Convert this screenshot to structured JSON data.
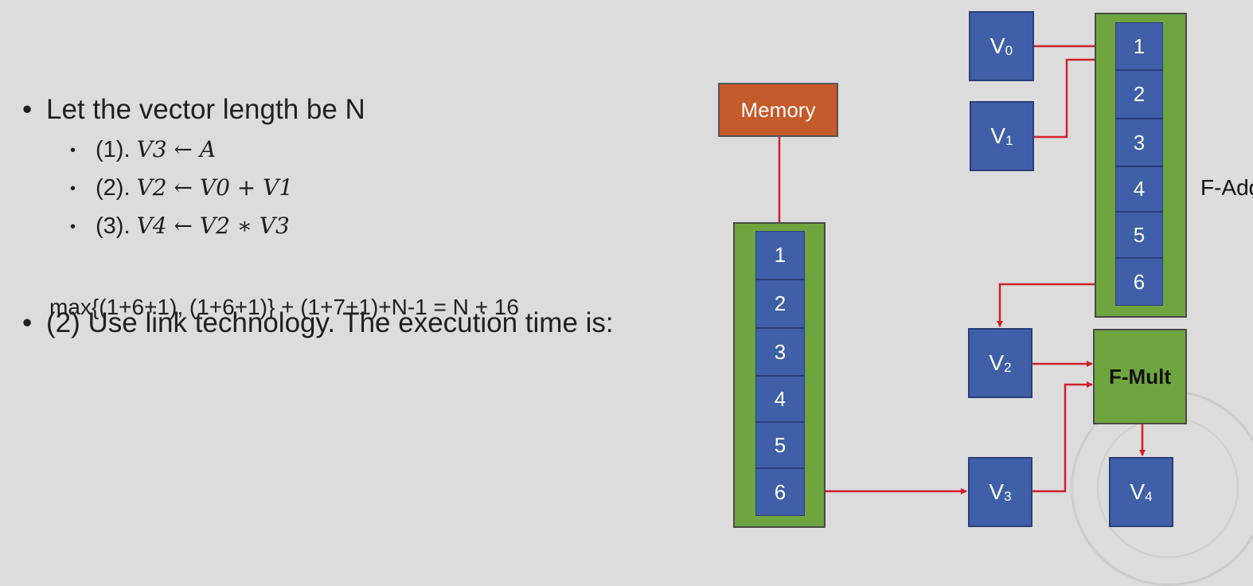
{
  "bullets": {
    "main": "Let the vector length be N",
    "steps": [
      {
        "num": "(1). ",
        "expr": "V3 ← A"
      },
      {
        "num": "(2). ",
        "expr": "V2 ← V0 + V1"
      },
      {
        "num": "(3). ",
        "expr": "V4 ← V2  ∗ V3"
      }
    ],
    "second": "(2) Use link technology. The execution time is:",
    "formula": "max{(1+6+1), (1+6+1)} + (1+7+1)+N-1 =  N + 16",
    "bullet_glyph": "•"
  },
  "diagram": {
    "memory_label": "Memory",
    "memory_pipeline_stages": [
      "1",
      "2",
      "3",
      "4",
      "5",
      "6"
    ],
    "add_pipeline_stages": [
      "1",
      "2",
      "3",
      "4",
      "5",
      "6"
    ],
    "add_unit_label": "F-Add",
    "mult_unit_label": "F-Mult",
    "registers": {
      "v0": {
        "base": "V",
        "sub": "0"
      },
      "v1": {
        "base": "V",
        "sub": "1"
      },
      "v2": {
        "base": "V",
        "sub": "2"
      },
      "v3": {
        "base": "V",
        "sub": "3"
      },
      "v4": {
        "base": "V",
        "sub": "4"
      }
    }
  },
  "colors": {
    "background": "#dcdcdc",
    "memory": "#c55a2b",
    "pipeline": "#6fa53f",
    "register": "#3f5fa8",
    "wire": "#d0202a"
  }
}
